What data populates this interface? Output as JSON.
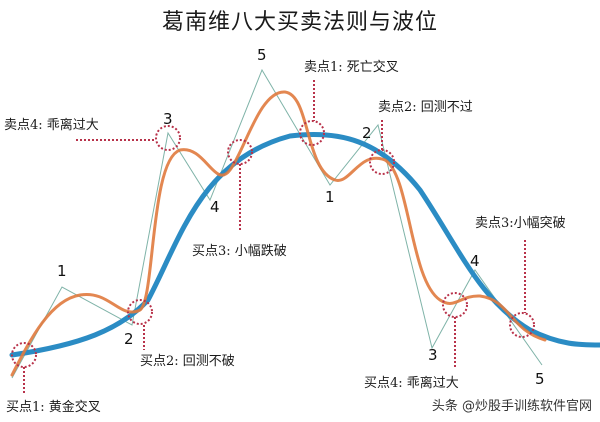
{
  "title": "葛南维八大买卖法则与波位",
  "colors": {
    "long_ma": "#2b8cc4",
    "price_curve": "#e07a3e",
    "wave_line": "#6aa89a",
    "marker": "#b8324a"
  },
  "labels": {
    "buy1": "买点1: 黄金交叉",
    "buy2": "买点2: 回测不破",
    "buy3": "买点3: 小幅跌破",
    "buy4": "买点4: 乖离过大",
    "sell1": "卖点1: 死亡交叉",
    "sell2": "卖点2: 回测不过",
    "sell3": "卖点3:小幅突破",
    "sell4": "卖点4: 乖离过大"
  },
  "wave_numbers": {
    "up1": "1",
    "up2": "2",
    "up3": "3",
    "up4": "4",
    "up5": "5",
    "down1": "1",
    "down2": "2",
    "down3": "3",
    "down4": "4",
    "down5": "5"
  },
  "watermark": "头条 @炒股手训练软件官网"
}
